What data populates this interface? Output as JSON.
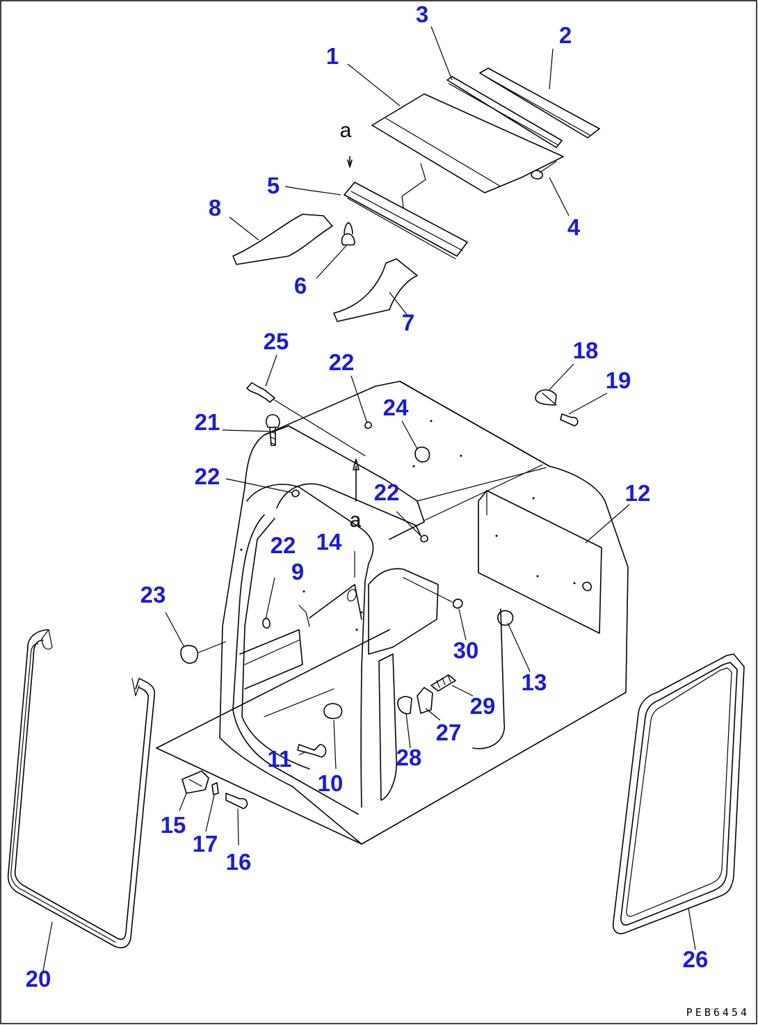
{
  "callouts": [
    {
      "n": "1"
    },
    {
      "n": "2"
    },
    {
      "n": "3"
    },
    {
      "n": "4"
    },
    {
      "n": "5"
    },
    {
      "n": "6"
    },
    {
      "n": "7"
    },
    {
      "n": "8"
    },
    {
      "n": "9"
    },
    {
      "n": "10"
    },
    {
      "n": "11"
    },
    {
      "n": "12"
    },
    {
      "n": "13"
    },
    {
      "n": "14"
    },
    {
      "n": "15"
    },
    {
      "n": "16"
    },
    {
      "n": "17"
    },
    {
      "n": "18"
    },
    {
      "n": "19"
    },
    {
      "n": "20"
    },
    {
      "n": "21"
    },
    {
      "n": "22"
    },
    {
      "n": "22"
    },
    {
      "n": "22"
    },
    {
      "n": "22"
    },
    {
      "n": "23"
    },
    {
      "n": "24"
    },
    {
      "n": "25"
    },
    {
      "n": "26"
    },
    {
      "n": "27"
    },
    {
      "n": "28"
    },
    {
      "n": "29"
    },
    {
      "n": "30"
    }
  ],
  "reference_marks": [
    "a",
    "a"
  ],
  "drawing_code": "PEB6454",
  "colors": {
    "callout": "#1a1ad9",
    "line": "#000000",
    "background": "#ffffff"
  }
}
